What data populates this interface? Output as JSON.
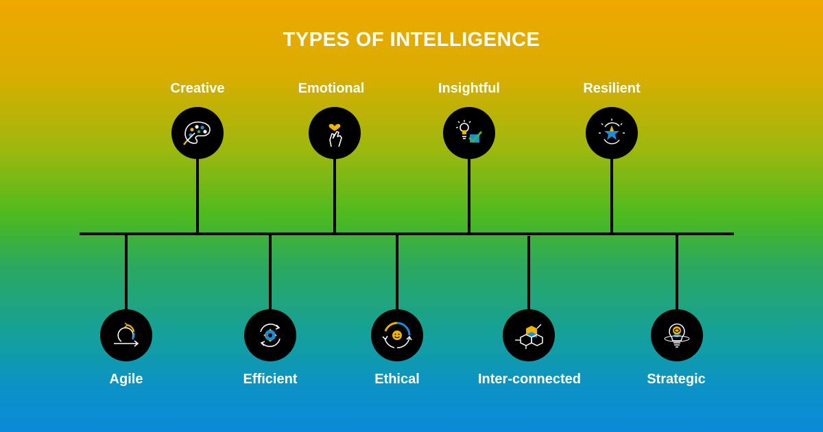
{
  "title": "TYPES OF INTELLIGENCE",
  "top_items": [
    {
      "label": "Creative",
      "icon": "palette-icon"
    },
    {
      "label": "Emotional",
      "icon": "heart-hand-icon"
    },
    {
      "label": "Insightful",
      "icon": "lightbulb-check-icon"
    },
    {
      "label": "Resilient",
      "icon": "star-cycle-icon"
    }
  ],
  "bottom_items": [
    {
      "label": "Agile",
      "icon": "agile-loop-icon"
    },
    {
      "label": "Efficient",
      "icon": "gear-cycle-icon"
    },
    {
      "label": "Ethical",
      "icon": "smile-cycle-icon"
    },
    {
      "label": "Inter-connected",
      "icon": "hexagon-network-icon"
    },
    {
      "label": "Strategic",
      "icon": "brain-bulb-icon"
    }
  ],
  "colors": {
    "icon_yellow": "#f0b400",
    "icon_blue": "#1a8fd6",
    "icon_green": "#3cb44b",
    "line": "#000000"
  }
}
